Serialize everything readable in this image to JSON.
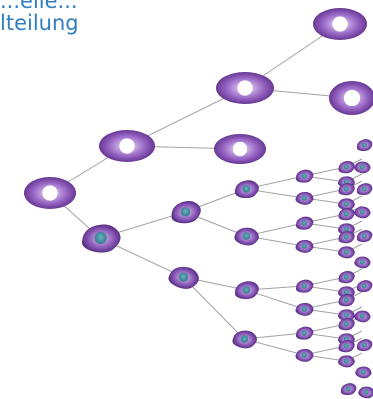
{
  "heading": {
    "line1": "...elle...",
    "line2": "lteilung"
  },
  "colors": {
    "heading_text": "#2f7fc0",
    "cell_purple_dark": "#5a2a87",
    "cell_purple_light": "#c9a8e0",
    "nucleus_teal": "#3f8ea0",
    "connector_line": "#9a9a9a"
  },
  "diagram": {
    "description_items": [
      "stem-cell-upper-branch",
      "differentiated-cell-lower-branch"
    ]
  }
}
